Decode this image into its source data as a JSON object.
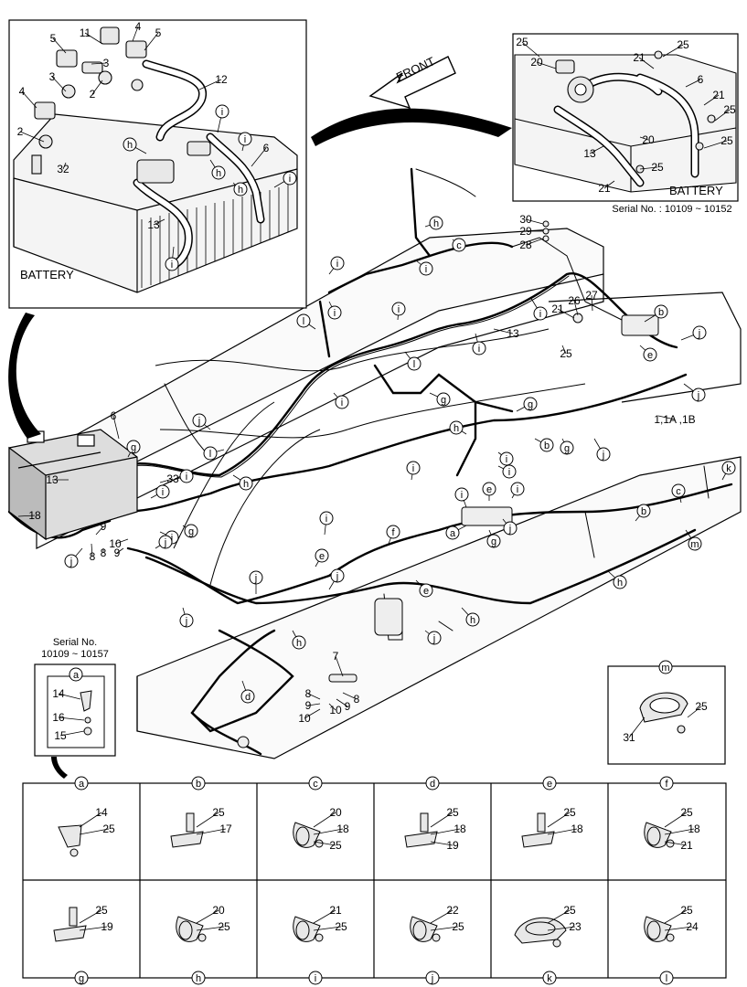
{
  "inset_left": {
    "caption": "BATTERY",
    "parts": [
      "5",
      "11",
      "4",
      "5",
      "3",
      "3",
      "2",
      "12",
      "4",
      "2",
      "32",
      "13",
      "6"
    ],
    "refs": [
      "i",
      "h",
      "i",
      "h",
      "h",
      "i",
      "i"
    ]
  },
  "inset_right": {
    "caption": "BATTERY",
    "serial": "Serial No. : 10109 ~ 10152",
    "parts": [
      "25",
      "25",
      "20",
      "21",
      "6",
      "21",
      "25",
      "13",
      "20",
      "25",
      "21",
      "25"
    ]
  },
  "front_arrow": {
    "label": "FRONT"
  },
  "main": {
    "parts": [
      "30",
      "29",
      "28",
      "21",
      "26",
      "27",
      "25",
      "13",
      "1,1A ,1B",
      "6",
      "13",
      "33",
      "18",
      "9",
      "8",
      "10",
      "7",
      "8",
      "9",
      "10",
      "8",
      "9",
      "10",
      "9",
      "8"
    ],
    "refs": [
      "h",
      "c",
      "i",
      "i",
      "i",
      "i",
      "i",
      "i",
      "b",
      "e",
      "j",
      "j",
      "i",
      "l",
      "l",
      "g",
      "g",
      "j",
      "h",
      "j",
      "g",
      "b",
      "g",
      "i",
      "l",
      "h",
      "i",
      "i",
      "i",
      "i",
      "i",
      "j",
      "g",
      "j",
      "j",
      "j",
      "i",
      "e",
      "f",
      "i",
      "e",
      "a",
      "j",
      "g",
      "b",
      "c",
      "k",
      "m",
      "h",
      "j",
      "e",
      "h",
      "j",
      "h",
      "d",
      "j"
    ]
  },
  "serial_box": {
    "serial_line1": "Serial No.",
    "serial_line2": "10109 ~ 10157",
    "ref": "a",
    "parts": [
      "14",
      "16",
      "15"
    ]
  },
  "detail_m": {
    "ref": "m",
    "parts": [
      "25",
      "31"
    ]
  },
  "details_row1": [
    {
      "ref": "a",
      "parts": [
        "14",
        "25"
      ]
    },
    {
      "ref": "b",
      "parts": [
        "25",
        "17"
      ]
    },
    {
      "ref": "c",
      "parts": [
        "20",
        "18",
        "25"
      ]
    },
    {
      "ref": "d",
      "parts": [
        "25",
        "18",
        "19"
      ]
    },
    {
      "ref": "e",
      "parts": [
        "25",
        "18"
      ]
    },
    {
      "ref": "f",
      "parts": [
        "25",
        "18",
        "21"
      ]
    }
  ],
  "details_row2": [
    {
      "ref": "g",
      "parts": [
        "25",
        "19"
      ]
    },
    {
      "ref": "h",
      "parts": [
        "20",
        "25"
      ]
    },
    {
      "ref": "i",
      "parts": [
        "21",
        "25"
      ]
    },
    {
      "ref": "j",
      "parts": [
        "22",
        "25"
      ]
    },
    {
      "ref": "k",
      "parts": [
        "25",
        "23"
      ]
    },
    {
      "ref": "l",
      "parts": [
        "25",
        "24"
      ]
    }
  ]
}
